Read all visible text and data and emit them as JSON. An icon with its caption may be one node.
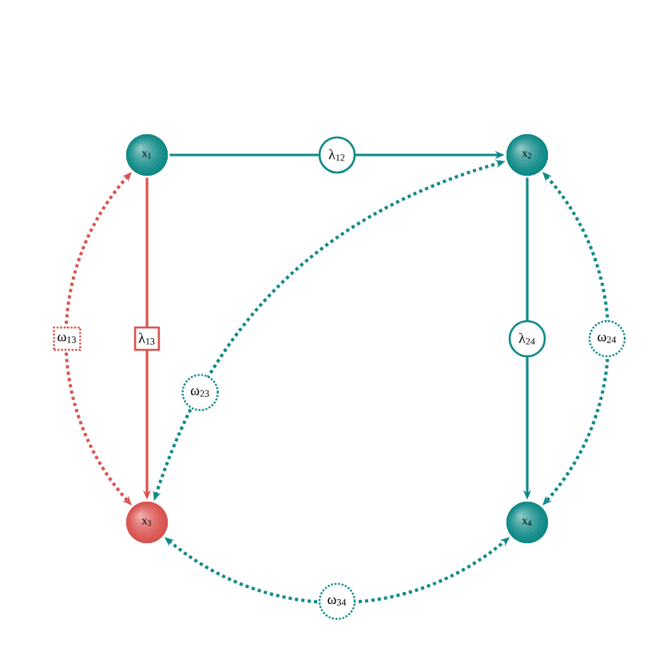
{
  "diagram": {
    "nodes": [
      {
        "text": [
          "x$_{1}$"
        ]
      },
      {
        "text": [
          "x$_{2}$"
        ]
      },
      {
        "text": [
          "x$_{3}$"
        ]
      },
      {
        "text": [
          "x$_{4}$"
        ]
      }
    ],
    "edges": [
      {
        "from": 0,
        "to": 1,
        "arrow": "to",
        "label": "λ$_{12}$"
      },
      {
        "from": 0,
        "to": 2,
        "arrow": "to",
        "label": "λ$_{13}$",
        "color": "#d9534f"
      },
      {
        "from": 1,
        "to": 3,
        "arrow": "to",
        "label": "λ$_{24}$"
      },
      {
        "from": 0,
        "to": 2,
        "arrow": "both",
        "label": "ω$_{13}$",
        "style": "dashed",
        "color": "#d9534f"
      },
      {
        "from": 2,
        "to": 1,
        "arrow": "both",
        "label": "ω$_{23}$",
        "style": "dashed"
      },
      {
        "from": 1,
        "to": 3,
        "arrow": "both",
        "label": "ω$_{24}$",
        "style": "dashed"
      },
      {
        "from": 2,
        "to": 3,
        "arrow": "both",
        "label": "ω$_{34}$",
        "style": "dashed"
      }
    ]
  }
}
